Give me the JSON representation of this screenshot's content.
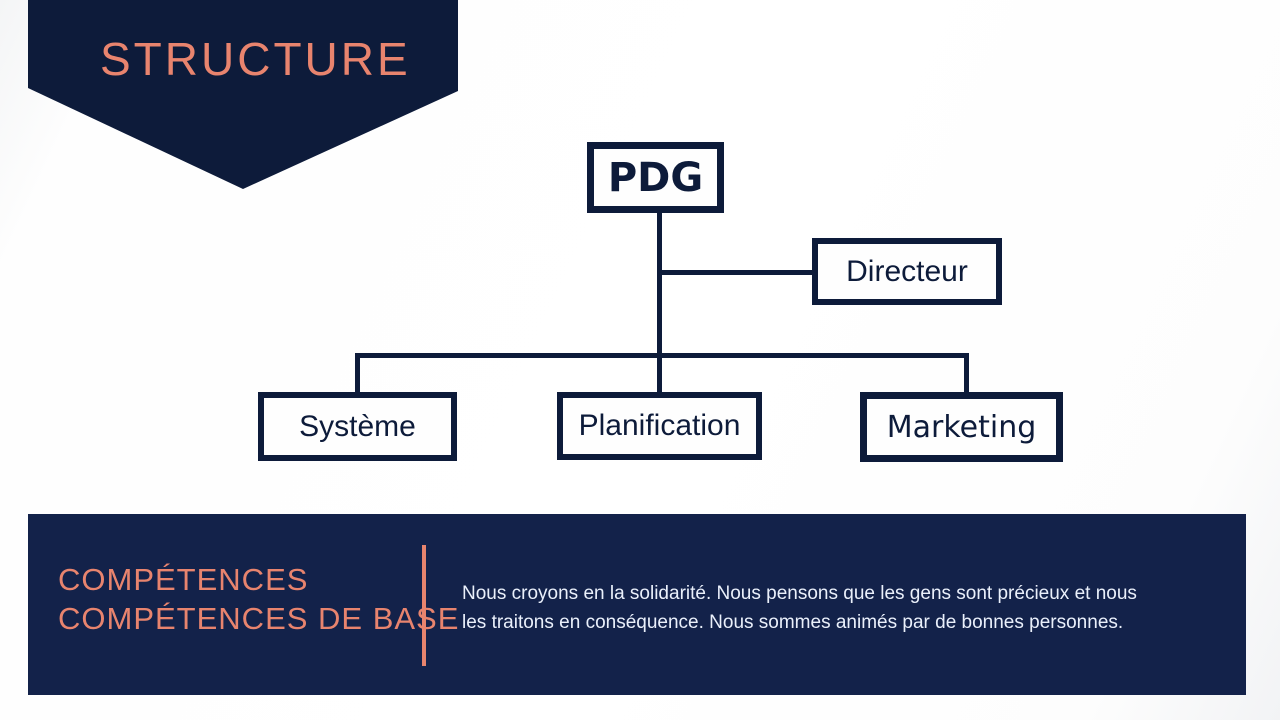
{
  "slide": {
    "banner": {
      "title": "STRUCTURE"
    },
    "org_chart": {
      "type": "org-tree",
      "root": {
        "label": "PDG"
      },
      "side": {
        "label": "Directeur",
        "reports_to": "PDG"
      },
      "children": [
        {
          "label": "Système"
        },
        {
          "label": "Planification"
        },
        {
          "label": "Marketing"
        }
      ]
    },
    "footer": {
      "heading_line1": "COMPÉTENCES",
      "heading_line2": "COMPÉTENCES DE BASE",
      "body_line1": "Nous croyons en la solidarité. Nous pensons que les gens sont précieux et nous",
      "body_line2": "les traitons en conséquence. Nous sommes animés par de bonnes personnes."
    },
    "colors": {
      "navy_dark": "#0D1B3A",
      "navy_band": "#13224A",
      "coral": "#E8846E",
      "body_text": "#EAF0FB"
    }
  }
}
